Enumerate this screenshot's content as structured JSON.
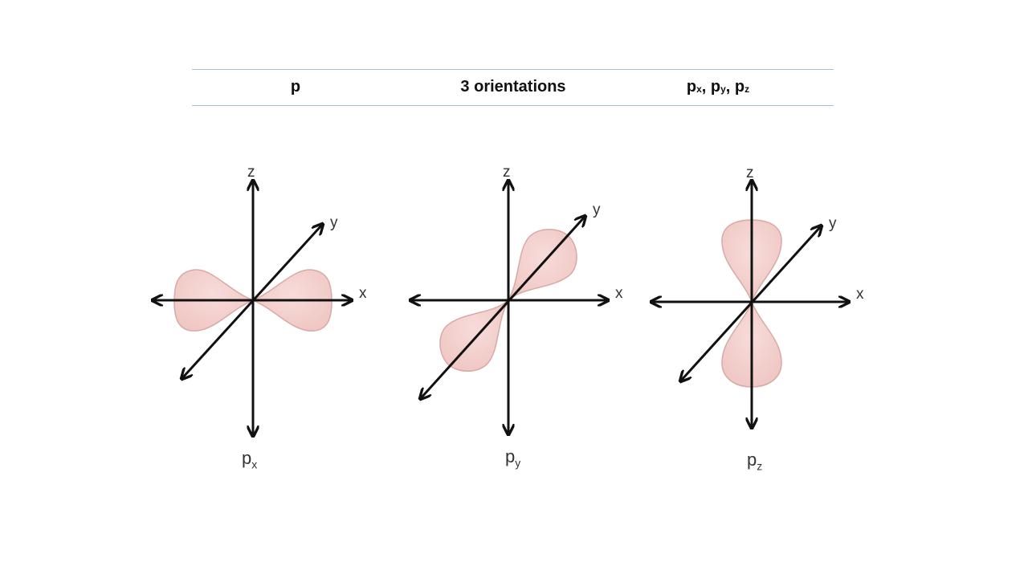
{
  "table": {
    "col1": "p",
    "col2": "3 orientations",
    "col3": {
      "parts": [
        {
          "base": "p",
          "sub": "x"
        },
        {
          "base": "p",
          "sub": "y"
        },
        {
          "base": "p",
          "sub": "z"
        }
      ],
      "separator": ", "
    }
  },
  "diagrams": [
    {
      "id": "px",
      "axes": {
        "z": "z",
        "y": "y",
        "x": "x"
      },
      "label": {
        "base": "p",
        "sub": "x"
      }
    },
    {
      "id": "py",
      "axes": {
        "z": "z",
        "y": "y",
        "x": "x"
      },
      "label": {
        "base": "p",
        "sub": "y"
      }
    },
    {
      "id": "pz",
      "axes": {
        "z": "z",
        "y": "y",
        "x": "x"
      },
      "label": {
        "base": "p",
        "sub": "z"
      }
    }
  ],
  "colors": {
    "lobe_fill": "#f3cfcc",
    "lobe_stroke": "#d9a9a5",
    "axis": "#111111",
    "table_rule": "#9dc3e6"
  }
}
